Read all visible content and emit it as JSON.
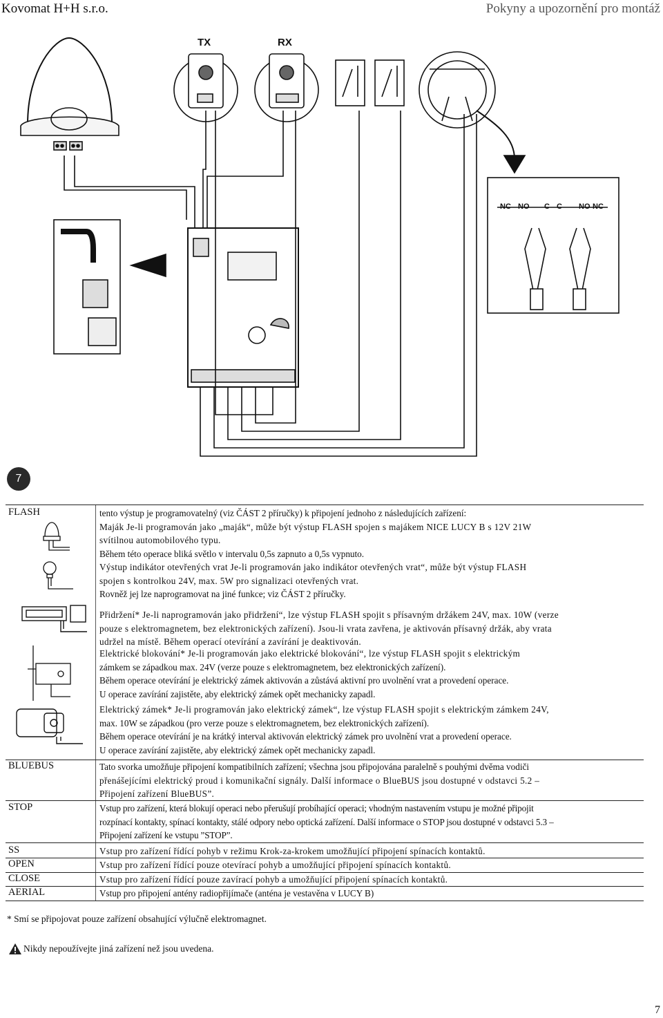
{
  "header": {
    "company": "Kovomat H+H s.r.o.",
    "title": "Pokyny a upozornění pro montáž"
  },
  "diagram": {
    "tx_label": "TX",
    "rx_label": "RX",
    "figure_number": "7",
    "relay_labels": [
      "NC",
      "NO",
      "C",
      "C",
      "NO",
      "NC"
    ]
  },
  "rows": {
    "flash": {
      "label": "FLASH",
      "lines": [
        "tento výstup je programovatelný (viz ČÁST 2 příručky) k připojení jednoho z následujících zařízení:",
        "Maják Je-li programován jako „maják“, může být výstup  FLASH  spojen s majákem NICE  LUCY B  s 12V 21W",
        "svítilnou automobilového typu.",
        "Během této operace bliká světlo v intervalu 0,5s zapnuto a 0,5s vypnuto.",
        "Výstup  indikátor otevřených vrat  Je-li programován jako  indikátor otevřených vrat“, může být výstup  FLASH",
        "spojen s kontrolkou 24V, max. 5W pro signalizaci otevřených vrat.",
        "Rovněž jej lze naprogramovat na jiné funkce; viz ČÁST 2 příručky."
      ],
      "hold_lines": [
        "Přidržení* Je-li naprogramován jako  přidržení“, lze výstup  FLASH  spojit s přísavným držákem 24V, max. 10W (verze",
        "pouze s elektromagnetem, bez elektronických zařízení). Jsou-li vrata zavřena, je aktivován přísavný držák, aby vrata",
        "udržel na místě. Během operací otevírání a zavírání je deaktivován."
      ],
      "block_lines": [
        "Elektrické blokování* Je-li programován jako  elektrické blokování“, lze výstup  FLASH  spojit s elektrickým",
        "zámkem se západkou max. 24V (verze pouze s elektromagnetem, bez elektronických zařízení).",
        "Během operace otevírání je elektrický zámek aktivován a zůstává aktivní pro uvolnění vrat a provedení operace.",
        "U operace zavírání zajistěte, aby elektrický zámek opět mechanicky zapadl."
      ],
      "lock_lines": [
        "Elektrický zámek* Je-li programován jako  elektrický zámek“, lze výstup  FLASH  spojit s elektrickým zámkem 24V,",
        "max. 10W se západkou (pro verze pouze s elektromagnetem, bez elektronických zařízení).",
        "Během operace otevírání je na krátký interval aktivován elektrický zámek pro uvolnění vrat a provedení operace.",
        "U operace zavírání zajistěte, aby elektrický zámek opět mechanicky zapadl."
      ]
    },
    "bluebus": {
      "label": "BLUEBUS",
      "lines": [
        "Tato svorka umožňuje připojení kompatibilních zařízení; všechna jsou připojována paralelně s pouhými dvěma vodiči",
        "přenášejícími elektrický proud i komunikační signály. Další informace o BlueBUS jsou dostupné v odstavci  5.2 –",
        "Připojení zařízení BlueBUS”."
      ]
    },
    "stop": {
      "label": "STOP",
      "lines": [
        "Vstup pro zařízení, která blokují operaci nebo přerušují probíhající operaci; vhodným nastavením vstupu je možné připojit",
        "rozpínací kontakty, spínací kontakty, stálé odpory nebo optická zařízení. Další informace o STOP jsou dostupné v odstavci  5.3 –",
        "Připojení zařízení ke vstupu ”STOP”."
      ]
    },
    "ss": {
      "label": "SS",
      "text": "Vstup pro zařízení řídící pohyb v režimu Krok-za-krokem umožňující připojení spínacích kontaktů."
    },
    "open": {
      "label": "OPEN",
      "text": "Vstup pro zařízení řídící pouze otevírací pohyb a umožňující připojení spínacích kontaktů."
    },
    "close": {
      "label": "CLOSE",
      "text": "Vstup pro zařízení řídící pouze zavírací pohyb a umožňující připojení spínacích kontaktů."
    },
    "aerial": {
      "label": "AERIAL",
      "text": "Vstup pro připojení antény radiopřijímače (anténa je vestavěna v LUCY B)"
    }
  },
  "footnote": "* Smí se připojovat pouze zařízení obsahující výlučně elektromagnet.",
  "warning": "Nikdy nepoužívejte jiná zařízení než jsou uvedena.",
  "page_number": "7"
}
